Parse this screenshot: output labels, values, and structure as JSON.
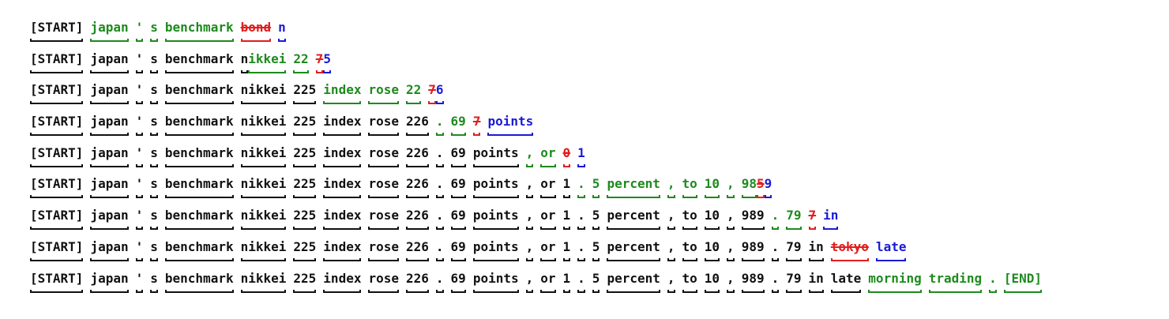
{
  "colors": {
    "kept": "#111111",
    "added": "#1e8a1e",
    "predicted": "#1a1ad6",
    "removed": "#e01f1f"
  },
  "rows": [
    {
      "tokens": [
        {
          "t": "[START]",
          "s": "k"
        },
        {
          "t": "japan",
          "s": "g"
        },
        {
          "t": "'",
          "s": "g"
        },
        {
          "t": "s",
          "s": "g"
        },
        {
          "t": "benchmark",
          "s": "g"
        },
        {
          "t": "bond",
          "s": "r"
        },
        {
          "t": "n",
          "s": "b"
        }
      ]
    },
    {
      "tokens": [
        {
          "t": "[START]",
          "s": "k"
        },
        {
          "t": "japan",
          "s": "k"
        },
        {
          "t": "'",
          "s": "k"
        },
        {
          "t": "s",
          "s": "k"
        },
        {
          "t": "benchmark",
          "s": "k"
        },
        {
          "t": "n",
          "s": "k",
          "tight": true
        },
        {
          "t": "ikkei",
          "s": "g"
        },
        {
          "t": "22",
          "s": "g"
        },
        {
          "t": "7",
          "s": "r",
          "tight": true
        },
        {
          "t": "5",
          "s": "b"
        }
      ]
    },
    {
      "tokens": [
        {
          "t": "[START]",
          "s": "k"
        },
        {
          "t": "japan",
          "s": "k"
        },
        {
          "t": "'",
          "s": "k"
        },
        {
          "t": "s",
          "s": "k"
        },
        {
          "t": "benchmark",
          "s": "k"
        },
        {
          "t": "nikkei",
          "s": "k"
        },
        {
          "t": "225",
          "s": "k"
        },
        {
          "t": "index",
          "s": "g"
        },
        {
          "t": "rose",
          "s": "g"
        },
        {
          "t": "22",
          "s": "g"
        },
        {
          "t": "7",
          "s": "r",
          "tight": true
        },
        {
          "t": "6",
          "s": "b"
        }
      ]
    },
    {
      "tokens": [
        {
          "t": "[START]",
          "s": "k"
        },
        {
          "t": "japan",
          "s": "k"
        },
        {
          "t": "'",
          "s": "k"
        },
        {
          "t": "s",
          "s": "k"
        },
        {
          "t": "benchmark",
          "s": "k"
        },
        {
          "t": "nikkei",
          "s": "k"
        },
        {
          "t": "225",
          "s": "k"
        },
        {
          "t": "index",
          "s": "k"
        },
        {
          "t": "rose",
          "s": "k"
        },
        {
          "t": "226",
          "s": "k"
        },
        {
          "t": ".",
          "s": "g"
        },
        {
          "t": "69",
          "s": "g"
        },
        {
          "t": "7",
          "s": "r"
        },
        {
          "t": "points",
          "s": "b"
        }
      ]
    },
    {
      "tokens": [
        {
          "t": "[START]",
          "s": "k"
        },
        {
          "t": "japan",
          "s": "k"
        },
        {
          "t": "'",
          "s": "k"
        },
        {
          "t": "s",
          "s": "k"
        },
        {
          "t": "benchmark",
          "s": "k"
        },
        {
          "t": "nikkei",
          "s": "k"
        },
        {
          "t": "225",
          "s": "k"
        },
        {
          "t": "index",
          "s": "k"
        },
        {
          "t": "rose",
          "s": "k"
        },
        {
          "t": "226",
          "s": "k"
        },
        {
          "t": ".",
          "s": "k"
        },
        {
          "t": "69",
          "s": "k"
        },
        {
          "t": "points",
          "s": "k"
        },
        {
          "t": ",",
          "s": "g"
        },
        {
          "t": "or",
          "s": "g"
        },
        {
          "t": "0",
          "s": "r"
        },
        {
          "t": "1",
          "s": "b"
        }
      ]
    },
    {
      "tokens": [
        {
          "t": "[START]",
          "s": "k"
        },
        {
          "t": "japan",
          "s": "k"
        },
        {
          "t": "'",
          "s": "k"
        },
        {
          "t": "s",
          "s": "k"
        },
        {
          "t": "benchmark",
          "s": "k"
        },
        {
          "t": "nikkei",
          "s": "k"
        },
        {
          "t": "225",
          "s": "k"
        },
        {
          "t": "index",
          "s": "k"
        },
        {
          "t": "rose",
          "s": "k"
        },
        {
          "t": "226",
          "s": "k"
        },
        {
          "t": ".",
          "s": "k"
        },
        {
          "t": "69",
          "s": "k"
        },
        {
          "t": "points",
          "s": "k"
        },
        {
          "t": ",",
          "s": "k"
        },
        {
          "t": "or",
          "s": "k"
        },
        {
          "t": "1",
          "s": "k"
        },
        {
          "t": ".",
          "s": "g"
        },
        {
          "t": "5",
          "s": "g"
        },
        {
          "t": "percent",
          "s": "g"
        },
        {
          "t": ",",
          "s": "g"
        },
        {
          "t": "to",
          "s": "g"
        },
        {
          "t": "10",
          "s": "g"
        },
        {
          "t": ",",
          "s": "g"
        },
        {
          "t": "98",
          "s": "g",
          "tight": true
        },
        {
          "t": "5",
          "s": "r",
          "tight": true
        },
        {
          "t": "9",
          "s": "b"
        }
      ]
    },
    {
      "tokens": [
        {
          "t": "[START]",
          "s": "k"
        },
        {
          "t": "japan",
          "s": "k"
        },
        {
          "t": "'",
          "s": "k"
        },
        {
          "t": "s",
          "s": "k"
        },
        {
          "t": "benchmark",
          "s": "k"
        },
        {
          "t": "nikkei",
          "s": "k"
        },
        {
          "t": "225",
          "s": "k"
        },
        {
          "t": "index",
          "s": "k"
        },
        {
          "t": "rose",
          "s": "k"
        },
        {
          "t": "226",
          "s": "k"
        },
        {
          "t": ".",
          "s": "k"
        },
        {
          "t": "69",
          "s": "k"
        },
        {
          "t": "points",
          "s": "k"
        },
        {
          "t": ",",
          "s": "k"
        },
        {
          "t": "or",
          "s": "k"
        },
        {
          "t": "1",
          "s": "k"
        },
        {
          "t": ".",
          "s": "k"
        },
        {
          "t": "5",
          "s": "k"
        },
        {
          "t": "percent",
          "s": "k"
        },
        {
          "t": ",",
          "s": "k"
        },
        {
          "t": "to",
          "s": "k"
        },
        {
          "t": "10",
          "s": "k"
        },
        {
          "t": ",",
          "s": "k"
        },
        {
          "t": "989",
          "s": "k"
        },
        {
          "t": ".",
          "s": "g"
        },
        {
          "t": "79",
          "s": "g"
        },
        {
          "t": "7",
          "s": "r"
        },
        {
          "t": "in",
          "s": "b"
        }
      ]
    },
    {
      "tokens": [
        {
          "t": "[START]",
          "s": "k"
        },
        {
          "t": "japan",
          "s": "k"
        },
        {
          "t": "'",
          "s": "k"
        },
        {
          "t": "s",
          "s": "k"
        },
        {
          "t": "benchmark",
          "s": "k"
        },
        {
          "t": "nikkei",
          "s": "k"
        },
        {
          "t": "225",
          "s": "k"
        },
        {
          "t": "index",
          "s": "k"
        },
        {
          "t": "rose",
          "s": "k"
        },
        {
          "t": "226",
          "s": "k"
        },
        {
          "t": ".",
          "s": "k"
        },
        {
          "t": "69",
          "s": "k"
        },
        {
          "t": "points",
          "s": "k"
        },
        {
          "t": ",",
          "s": "k"
        },
        {
          "t": "or",
          "s": "k"
        },
        {
          "t": "1",
          "s": "k"
        },
        {
          "t": ".",
          "s": "k"
        },
        {
          "t": "5",
          "s": "k"
        },
        {
          "t": "percent",
          "s": "k"
        },
        {
          "t": ",",
          "s": "k"
        },
        {
          "t": "to",
          "s": "k"
        },
        {
          "t": "10",
          "s": "k"
        },
        {
          "t": ",",
          "s": "k"
        },
        {
          "t": "989",
          "s": "k"
        },
        {
          "t": ".",
          "s": "k"
        },
        {
          "t": "79",
          "s": "k"
        },
        {
          "t": "in",
          "s": "k"
        },
        {
          "t": "tokyo",
          "s": "r"
        },
        {
          "t": "late",
          "s": "b"
        }
      ]
    },
    {
      "tokens": [
        {
          "t": "[START]",
          "s": "k"
        },
        {
          "t": "japan",
          "s": "k"
        },
        {
          "t": "'",
          "s": "k"
        },
        {
          "t": "s",
          "s": "k"
        },
        {
          "t": "benchmark",
          "s": "k"
        },
        {
          "t": "nikkei",
          "s": "k"
        },
        {
          "t": "225",
          "s": "k"
        },
        {
          "t": "index",
          "s": "k"
        },
        {
          "t": "rose",
          "s": "k"
        },
        {
          "t": "226",
          "s": "k"
        },
        {
          "t": ".",
          "s": "k"
        },
        {
          "t": "69",
          "s": "k"
        },
        {
          "t": "points",
          "s": "k"
        },
        {
          "t": ",",
          "s": "k"
        },
        {
          "t": "or",
          "s": "k"
        },
        {
          "t": "1",
          "s": "k"
        },
        {
          "t": ".",
          "s": "k"
        },
        {
          "t": "5",
          "s": "k"
        },
        {
          "t": "percent",
          "s": "k"
        },
        {
          "t": ",",
          "s": "k"
        },
        {
          "t": "to",
          "s": "k"
        },
        {
          "t": "10",
          "s": "k"
        },
        {
          "t": ",",
          "s": "k"
        },
        {
          "t": "989",
          "s": "k"
        },
        {
          "t": ".",
          "s": "k"
        },
        {
          "t": "79",
          "s": "k"
        },
        {
          "t": "in",
          "s": "k"
        },
        {
          "t": "late",
          "s": "k"
        },
        {
          "t": "morning",
          "s": "g"
        },
        {
          "t": "trading",
          "s": "g"
        },
        {
          "t": ".",
          "s": "g"
        },
        {
          "t": "[END]",
          "s": "g"
        }
      ]
    }
  ]
}
